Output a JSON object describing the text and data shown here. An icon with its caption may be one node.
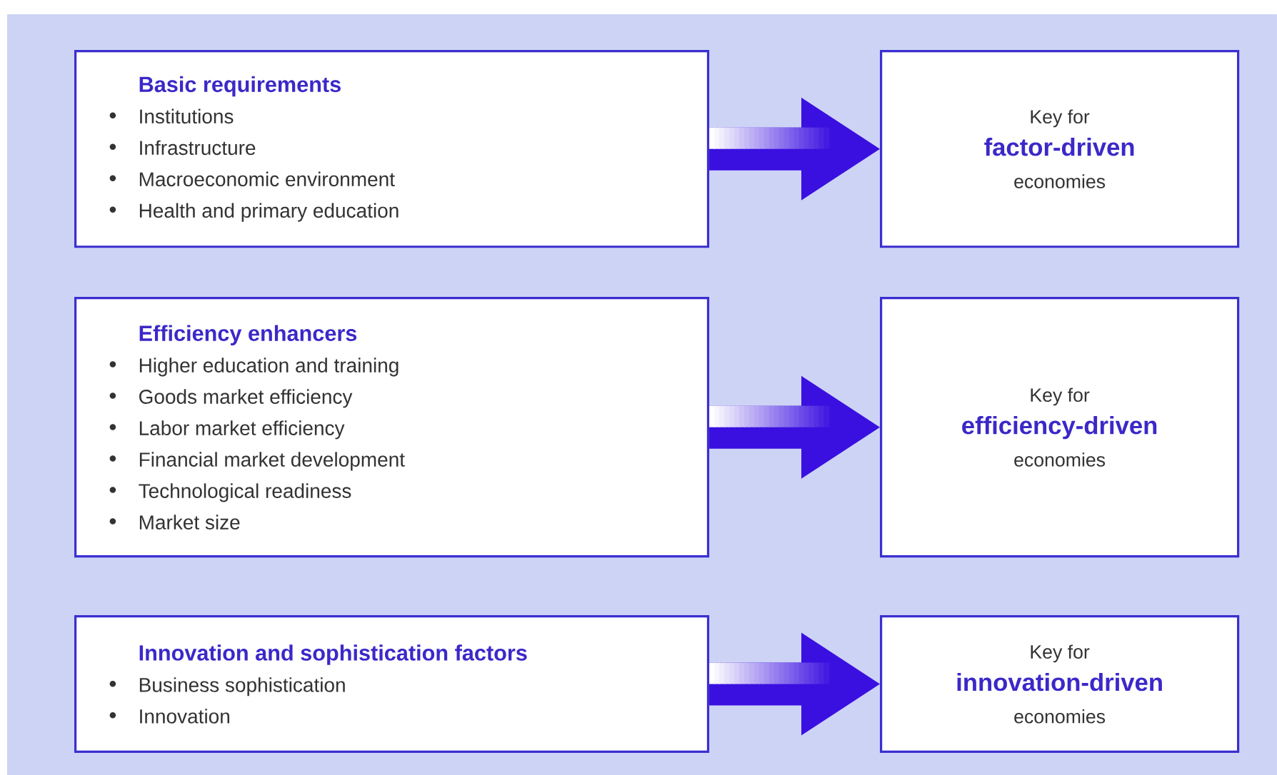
{
  "diagram": {
    "nodes": [
      {
        "text": [
          "Basic requirements",
          "Institutions",
          "Infrastructure",
          "Macroeconomic environment",
          "Health and primary education"
        ]
      },
      {
        "text": [
          "Key for",
          "factor-driven",
          "economies"
        ]
      },
      {
        "text": [
          "Efficiency enhancers",
          "Higher education and training",
          "Goods market efficiency",
          "Labor market efficiency",
          "Financial market development",
          "Technological readiness",
          "Market size"
        ]
      },
      {
        "text": [
          "Key for",
          "efficiency-driven",
          "economies"
        ]
      },
      {
        "text": [
          "Innovation and sophistication factors",
          "Business sophistication",
          "Innovation"
        ]
      },
      {
        "text": [
          "Key for",
          "innovation-driven",
          "economies"
        ]
      }
    ],
    "edges": [
      {
        "from": 0,
        "to": 1,
        "arrow": "to"
      },
      {
        "from": 2,
        "to": 3,
        "arrow": "to"
      },
      {
        "from": 4,
        "to": 5,
        "arrow": "to"
      }
    ]
  }
}
